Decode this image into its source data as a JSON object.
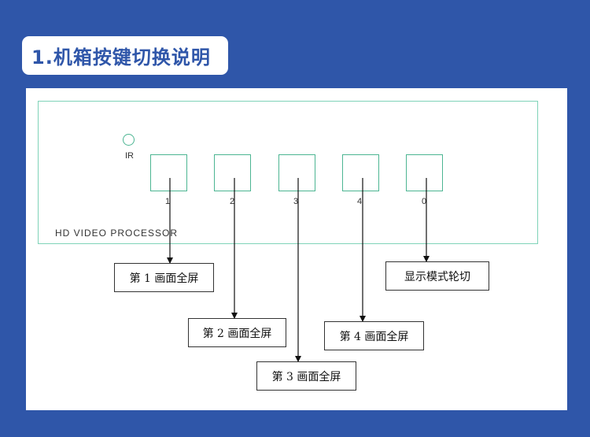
{
  "header": {
    "title": "1.机箱按键切换说明"
  },
  "device": {
    "name": "HD VIDEO PROCESSOR",
    "ir_label": "IR",
    "keys": [
      {
        "number": "1",
        "function": "第 1 画面全屏"
      },
      {
        "number": "2",
        "function": "第 2 画面全屏"
      },
      {
        "number": "3",
        "function": "第 3 画面全屏"
      },
      {
        "number": "4",
        "function": "第 4 画面全屏"
      },
      {
        "number": "0",
        "function": "显示模式轮切"
      }
    ]
  },
  "colors": {
    "background": "#2f56a9",
    "device_outline": "#7fd3b8",
    "key_outline": "#4cb592"
  }
}
